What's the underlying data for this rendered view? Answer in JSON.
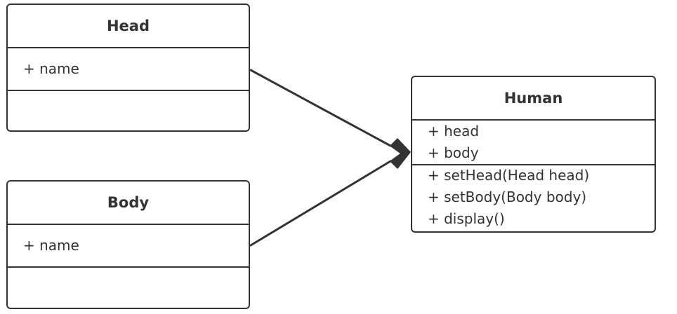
{
  "diagram": {
    "classes": [
      {
        "id": "head",
        "name": "Head",
        "attributes": [
          "+ name"
        ],
        "operations": []
      },
      {
        "id": "body",
        "name": "Body",
        "attributes": [
          "+ name"
        ],
        "operations": []
      },
      {
        "id": "human",
        "name": "Human",
        "attributes": [
          "+ head",
          "+ body"
        ],
        "operations": [
          "+ setHead(Head head)",
          "+ setBody(Body body)",
          "+ display()"
        ]
      }
    ],
    "relationships": [
      {
        "type": "composition",
        "whole": "Human",
        "part": "Head"
      },
      {
        "type": "composition",
        "whole": "Human",
        "part": "Body"
      }
    ],
    "colors": {
      "stroke": "#333333",
      "text": "#333333",
      "fill": "#ffffff"
    }
  }
}
